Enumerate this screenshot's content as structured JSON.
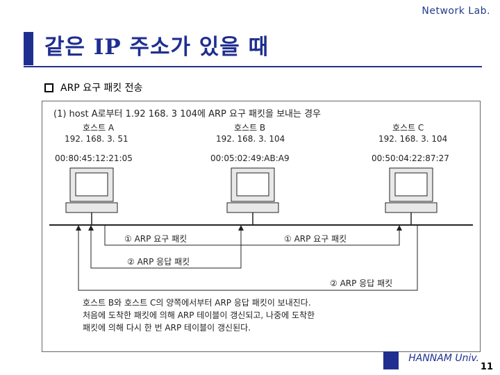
{
  "header": {
    "lab": "Network Lab."
  },
  "title": "같은 IP 주소가 있을 때",
  "bullet": {
    "text": "ARP 요구 패킷 전송"
  },
  "diagram": {
    "caption": "(1) host A로부터 1.92 168. 3 104에 ARP 요구 패킷을 보내는 경우",
    "hosts": [
      {
        "name": "호스트 A",
        "ip": "192. 168. 3. 51",
        "mac": "00:80:45:12:21:05"
      },
      {
        "name": "호스트 B",
        "ip": "192. 168. 3. 104",
        "mac": "00:05:02:49:AB:A9"
      },
      {
        "name": "호스트 C",
        "ip": "192. 168. 3. 104",
        "mac": "00:50:04:22:87:27"
      }
    ],
    "labels": {
      "req1": "① ARP 요구 패킷",
      "req2": "① ARP 요구 패킷",
      "resp1": "② ARP 응답 패킷",
      "resp2": "② ARP 응답 패킷"
    },
    "note": [
      "호스트 B와 호스트 C의 양쪽에서부터 ARP 응답 패킷이 보내진다.",
      "처음에 도착한 패킷에 의해 ARP 테이블이 갱신되고, 나중에 도착한",
      "패킷에 의해 다시 한 번 ARP 테이블이 갱신된다."
    ]
  },
  "footer": {
    "university": "HANNAM Univ.",
    "page": "11"
  }
}
